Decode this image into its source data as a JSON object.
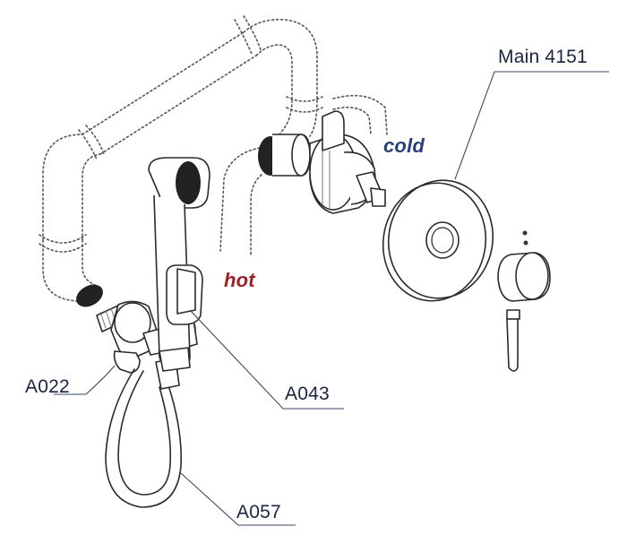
{
  "labels": {
    "main": "Main 4151",
    "cold": "cold",
    "hot": "hot",
    "a022": "A022",
    "a043": "A043",
    "a057": "A057"
  },
  "colors": {
    "hot": "#9c1f22",
    "cold": "#2a3f7a",
    "leader": "#3a4a6a"
  }
}
